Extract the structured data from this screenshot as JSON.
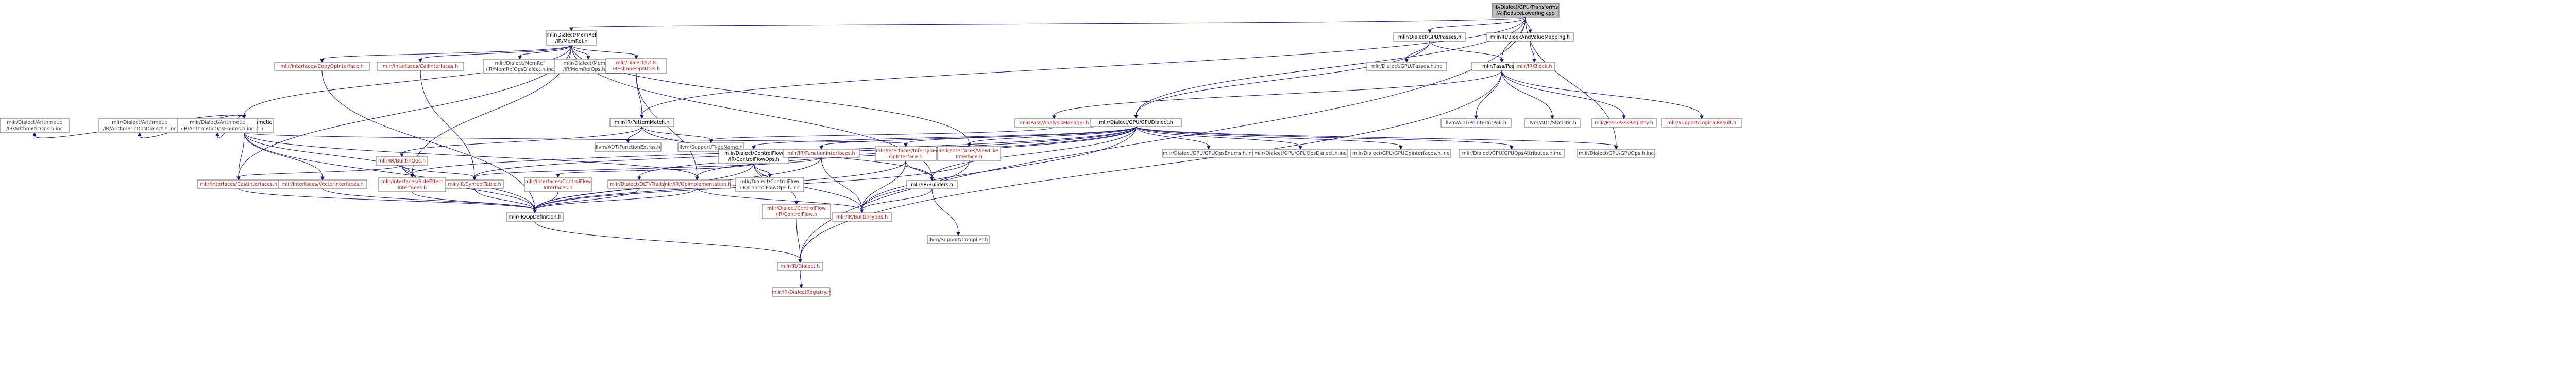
{
  "colors": {
    "root_fill": "#bfbfbf",
    "node_fill": "#ffffff",
    "node_border": "#666666",
    "edge": "#191970",
    "text_default": "#000000",
    "text_link": "#b22222",
    "text_muted": "#404040"
  },
  "nodes": [
    {
      "id": "root",
      "lines": [
        "lib/Dialect/GPU/Transforms",
        "/AllReduceLowering.cpp"
      ],
      "style": "root"
    },
    {
      "id": "memref",
      "lines": [
        "mlir/Dialect/MemRef",
        "/IR/MemRef.h"
      ],
      "style": "default"
    },
    {
      "id": "gpupasses",
      "lines": [
        "mlir/Dialect/GPU/Passes.h"
      ],
      "style": "default"
    },
    {
      "id": "blockandvalue",
      "lines": [
        "mlir/IR/BlockAndValueMapping.h"
      ],
      "style": "default"
    },
    {
      "id": "arith",
      "lines": [
        "mlir/Dialect/Arithmetic",
        "/IR/Arithmetic.h"
      ],
      "style": "default"
    },
    {
      "id": "copyopinterface",
      "lines": [
        "mlir/Interfaces/CopyOpInterface.h"
      ],
      "style": "link"
    },
    {
      "id": "callinterfaces",
      "lines": [
        "mlir/Interfaces/CallInterfaces.h"
      ],
      "style": "link"
    },
    {
      "id": "memrefopsdialect",
      "lines": [
        "mlir/Dialect/MemRef",
        "/IR/MemRefOpsDialect.h.inc"
      ],
      "style": "muted"
    },
    {
      "id": "memrefops",
      "lines": [
        "mlir/Dialect/MemRef",
        "/IR/MemRefOps.h.inc"
      ],
      "style": "muted"
    },
    {
      "id": "reshapeops",
      "lines": [
        "mlir/Dialect/Utils",
        "/ReshapeOpsUtils.h"
      ],
      "style": "link"
    },
    {
      "id": "gpupassesinc",
      "lines": [
        "mlir/Dialect/GPU/Passes.h.inc"
      ],
      "style": "muted"
    },
    {
      "id": "pass",
      "lines": [
        "mlir/Pass/Pass.h"
      ],
      "style": "default"
    },
    {
      "id": "block",
      "lines": [
        "mlir/IR/Block.h"
      ],
      "style": "link"
    },
    {
      "id": "arithops",
      "lines": [
        "mlir/Dialect/Arithmetic",
        "/IR/ArithmeticOps.h.inc"
      ],
      "style": "muted"
    },
    {
      "id": "arithdialect",
      "lines": [
        "mlir/Dialect/Arithmetic",
        "/IR/ArithmeticOpsDialect.h.inc"
      ],
      "style": "muted"
    },
    {
      "id": "arithenums",
      "lines": [
        "mlir/Dialect/Arithmetic",
        "/IR/ArithmeticOpsEnums.h.inc"
      ],
      "style": "muted"
    },
    {
      "id": "patternmatch",
      "lines": [
        "mlir/IR/PatternMatch.h"
      ],
      "style": "default"
    },
    {
      "id": "analysismanager",
      "lines": [
        "mlir/Pass/AnalysisManager.h"
      ],
      "style": "link"
    },
    {
      "id": "gpudialect",
      "lines": [
        "mlir/Dialect/GPU/GPUDialect.h"
      ],
      "style": "default"
    },
    {
      "id": "pointerintpair",
      "lines": [
        "llvm/ADT/PointerIntPair.h"
      ],
      "style": "muted"
    },
    {
      "id": "statistic",
      "lines": [
        "llvm/ADT/Statistic.h"
      ],
      "style": "muted"
    },
    {
      "id": "passregistry",
      "lines": [
        "mlir/Pass/PassRegistry.h"
      ],
      "style": "link"
    },
    {
      "id": "logicalresult",
      "lines": [
        "mlir/Support/LogicalResult.h"
      ],
      "style": "link"
    },
    {
      "id": "builtinops",
      "lines": [
        "mlir/IR/BuiltinOps.h"
      ],
      "style": "link"
    },
    {
      "id": "functionextras",
      "lines": [
        "llvm/ADT/FunctionExtras.h"
      ],
      "style": "muted"
    },
    {
      "id": "typename",
      "lines": [
        "llvm/Support/TypeName.h"
      ],
      "style": "muted"
    },
    {
      "id": "controlflowops",
      "lines": [
        "mlir/Dialect/ControlFlow",
        "/IR/ControlFlowOps.h"
      ],
      "style": "default"
    },
    {
      "id": "functioninterfaces",
      "lines": [
        "mlir/IR/FunctionInterfaces.h"
      ],
      "style": "link"
    },
    {
      "id": "infertype",
      "lines": [
        "mlir/Interfaces/InferType",
        "OpInterface.h"
      ],
      "style": "link"
    },
    {
      "id": "viewlike",
      "lines": [
        "mlir/Interfaces/ViewLike",
        "Interface.h"
      ],
      "style": "link"
    },
    {
      "id": "gpuopsenums",
      "lines": [
        "mlir/Dialect/GPU/GPUOpsEnums.h.inc"
      ],
      "style": "muted"
    },
    {
      "id": "gpuopsdialect",
      "lines": [
        "mlir/Dialect/GPU/GPUOpsDialect.h.inc"
      ],
      "style": "muted"
    },
    {
      "id": "gpuopinterfaces",
      "lines": [
        "mlir/Dialect/GPU/GPUOpInterfaces.h.inc"
      ],
      "style": "muted"
    },
    {
      "id": "gpuopsattrs",
      "lines": [
        "mlir/Dialect/GPU/GPUOpsAttributes.h.inc"
      ],
      "style": "muted"
    },
    {
      "id": "gpuops",
      "lines": [
        "mlir/Dialect/GPU/GPUOps.h.inc"
      ],
      "style": "muted"
    },
    {
      "id": "castinterfaces",
      "lines": [
        "mlir/Interfaces/CastInterfaces.h"
      ],
      "style": "link"
    },
    {
      "id": "vectorinterfaces",
      "lines": [
        "mlir/Interfaces/VectorInterfaces.h"
      ],
      "style": "link"
    },
    {
      "id": "sideeffect",
      "lines": [
        "mlir/Interfaces/SideEffect",
        "Interfaces.h"
      ],
      "style": "link"
    },
    {
      "id": "symboltable",
      "lines": [
        "mlir/IR/SymbolTable.h"
      ],
      "style": "link"
    },
    {
      "id": "controlflowinterfaces",
      "lines": [
        "mlir/Interfaces/ControlFlow",
        "Interfaces.h"
      ],
      "style": "link"
    },
    {
      "id": "dlti",
      "lines": [
        "mlir/Dialect/DLTI/Traits.h"
      ],
      "style": "link"
    },
    {
      "id": "opimplementation",
      "lines": [
        "mlir/IR/OpImplementation.h"
      ],
      "style": "link"
    },
    {
      "id": "controlflowopsinc",
      "lines": [
        "mlir/Dialect/ControlFlow",
        "/IR/ControlFlowOps.h.inc"
      ],
      "style": "muted"
    },
    {
      "id": "builders",
      "lines": [
        "mlir/IR/Builders.h"
      ],
      "style": "default"
    },
    {
      "id": "opdefinition",
      "lines": [
        "mlir/IR/OpDefinition.h"
      ],
      "style": "default"
    },
    {
      "id": "controlflow",
      "lines": [
        "mlir/Dialect/ControlFlow",
        "/IR/ControlFlow.h"
      ],
      "style": "link"
    },
    {
      "id": "builtintypes",
      "lines": [
        "mlir/IR/BuiltinTypes.h"
      ],
      "style": "link"
    },
    {
      "id": "compiler",
      "lines": [
        "llvm/Support/Compiler.h"
      ],
      "style": "muted"
    },
    {
      "id": "dialect",
      "lines": [
        "mlir/IR/Dialect.h"
      ],
      "style": "link"
    },
    {
      "id": "dialectregistry",
      "lines": [
        "mlir/IR/DialectRegistry.h"
      ],
      "style": "link"
    }
  ],
  "edges": [
    [
      "root",
      "memref"
    ],
    [
      "root",
      "gpupasses"
    ],
    [
      "root",
      "blockandvalue"
    ],
    [
      "root",
      "pass"
    ],
    [
      "root",
      "gpudialect"
    ],
    [
      "root",
      "patternmatch"
    ],
    [
      "root",
      "dialect"
    ],
    [
      "root",
      "gpuops"
    ],
    [
      "memref",
      "arith"
    ],
    [
      "memref",
      "copyopinterface"
    ],
    [
      "memref",
      "callinterfaces"
    ],
    [
      "memref",
      "memrefopsdialect"
    ],
    [
      "memref",
      "memrefops"
    ],
    [
      "memref",
      "reshapeops"
    ],
    [
      "memref",
      "castinterfaces"
    ],
    [
      "memref",
      "viewlike"
    ],
    [
      "memref",
      "sideeffect"
    ],
    [
      "memref",
      "builders"
    ],
    [
      "gpupasses",
      "gpupassesinc"
    ],
    [
      "gpupasses",
      "pass"
    ],
    [
      "gpupasses",
      "gpudialect"
    ],
    [
      "blockandvalue",
      "block"
    ],
    [
      "arith",
      "arithops"
    ],
    [
      "arith",
      "arithdialect"
    ],
    [
      "arith",
      "arithenums"
    ],
    [
      "arith",
      "castinterfaces"
    ],
    [
      "arith",
      "vectorinterfaces"
    ],
    [
      "arith",
      "sideeffect"
    ],
    [
      "arith",
      "infertype"
    ],
    [
      "arith",
      "opdefinition"
    ],
    [
      "arith",
      "opimplementation"
    ],
    [
      "copyopinterface",
      "opdefinition"
    ],
    [
      "callinterfaces",
      "symboltable"
    ],
    [
      "reshapeops",
      "patternmatch"
    ],
    [
      "reshapeops",
      "opimplementation"
    ],
    [
      "pass",
      "analysismanager"
    ],
    [
      "pass",
      "pointerintpair"
    ],
    [
      "pass",
      "statistic"
    ],
    [
      "pass",
      "passregistry"
    ],
    [
      "pass",
      "logicalresult"
    ],
    [
      "pass",
      "dialect"
    ],
    [
      "patternmatch",
      "builtinops"
    ],
    [
      "patternmatch",
      "functionextras"
    ],
    [
      "patternmatch",
      "typename"
    ],
    [
      "patternmatch",
      "builders"
    ],
    [
      "analysismanager",
      "typename"
    ],
    [
      "gpudialect",
      "controlflowops"
    ],
    [
      "gpudialect",
      "functioninterfaces"
    ],
    [
      "gpudialect",
      "infertype"
    ],
    [
      "gpudialect",
      "viewlike"
    ],
    [
      "gpudialect",
      "gpuopsenums"
    ],
    [
      "gpudialect",
      "gpuopsdialect"
    ],
    [
      "gpudialect",
      "gpuopinterfaces"
    ],
    [
      "gpudialect",
      "gpuopsattrs"
    ],
    [
      "gpudialect",
      "gpuops"
    ],
    [
      "gpudialect",
      "dlti"
    ],
    [
      "gpudialect",
      "symboltable"
    ],
    [
      "gpudialect",
      "opimplementation"
    ],
    [
      "gpudialect",
      "builders"
    ],
    [
      "gpudialect",
      "builtintypes"
    ],
    [
      "gpudialect",
      "sideeffect"
    ],
    [
      "builtinops",
      "castinterfaces"
    ],
    [
      "builtinops",
      "sideeffect"
    ],
    [
      "builtinops",
      "symboltable"
    ],
    [
      "builtinops",
      "opdefinition"
    ],
    [
      "controlflowops",
      "controlflowinterfaces"
    ],
    [
      "controlflowops",
      "controlflowopsinc"
    ],
    [
      "controlflowops",
      "controlflow"
    ],
    [
      "controlflowops",
      "builtintypes"
    ],
    [
      "controlflowops",
      "opdefinition"
    ],
    [
      "functioninterfaces",
      "builtintypes"
    ],
    [
      "functioninterfaces",
      "symboltable"
    ],
    [
      "functioninterfaces",
      "opdefinition"
    ],
    [
      "infertype",
      "builders"
    ],
    [
      "infertype",
      "builtintypes"
    ],
    [
      "infertype",
      "opdefinition"
    ],
    [
      "viewlike",
      "builtintypes"
    ],
    [
      "viewlike",
      "opdefinition"
    ],
    [
      "castinterfaces",
      "opdefinition"
    ],
    [
      "vectorinterfaces",
      "opdefinition"
    ],
    [
      "sideeffect",
      "opdefinition"
    ],
    [
      "symboltable",
      "opdefinition"
    ],
    [
      "controlflowinterfaces",
      "opdefinition"
    ],
    [
      "dlti",
      "opdefinition"
    ],
    [
      "opimplementation",
      "builtintypes"
    ],
    [
      "opimplementation",
      "opdefinition"
    ],
    [
      "builders",
      "builtintypes"
    ],
    [
      "builders",
      "compiler"
    ],
    [
      "opdefinition",
      "dialect"
    ],
    [
      "controlflow",
      "dialect"
    ],
    [
      "dialect",
      "dialectregistry"
    ]
  ]
}
